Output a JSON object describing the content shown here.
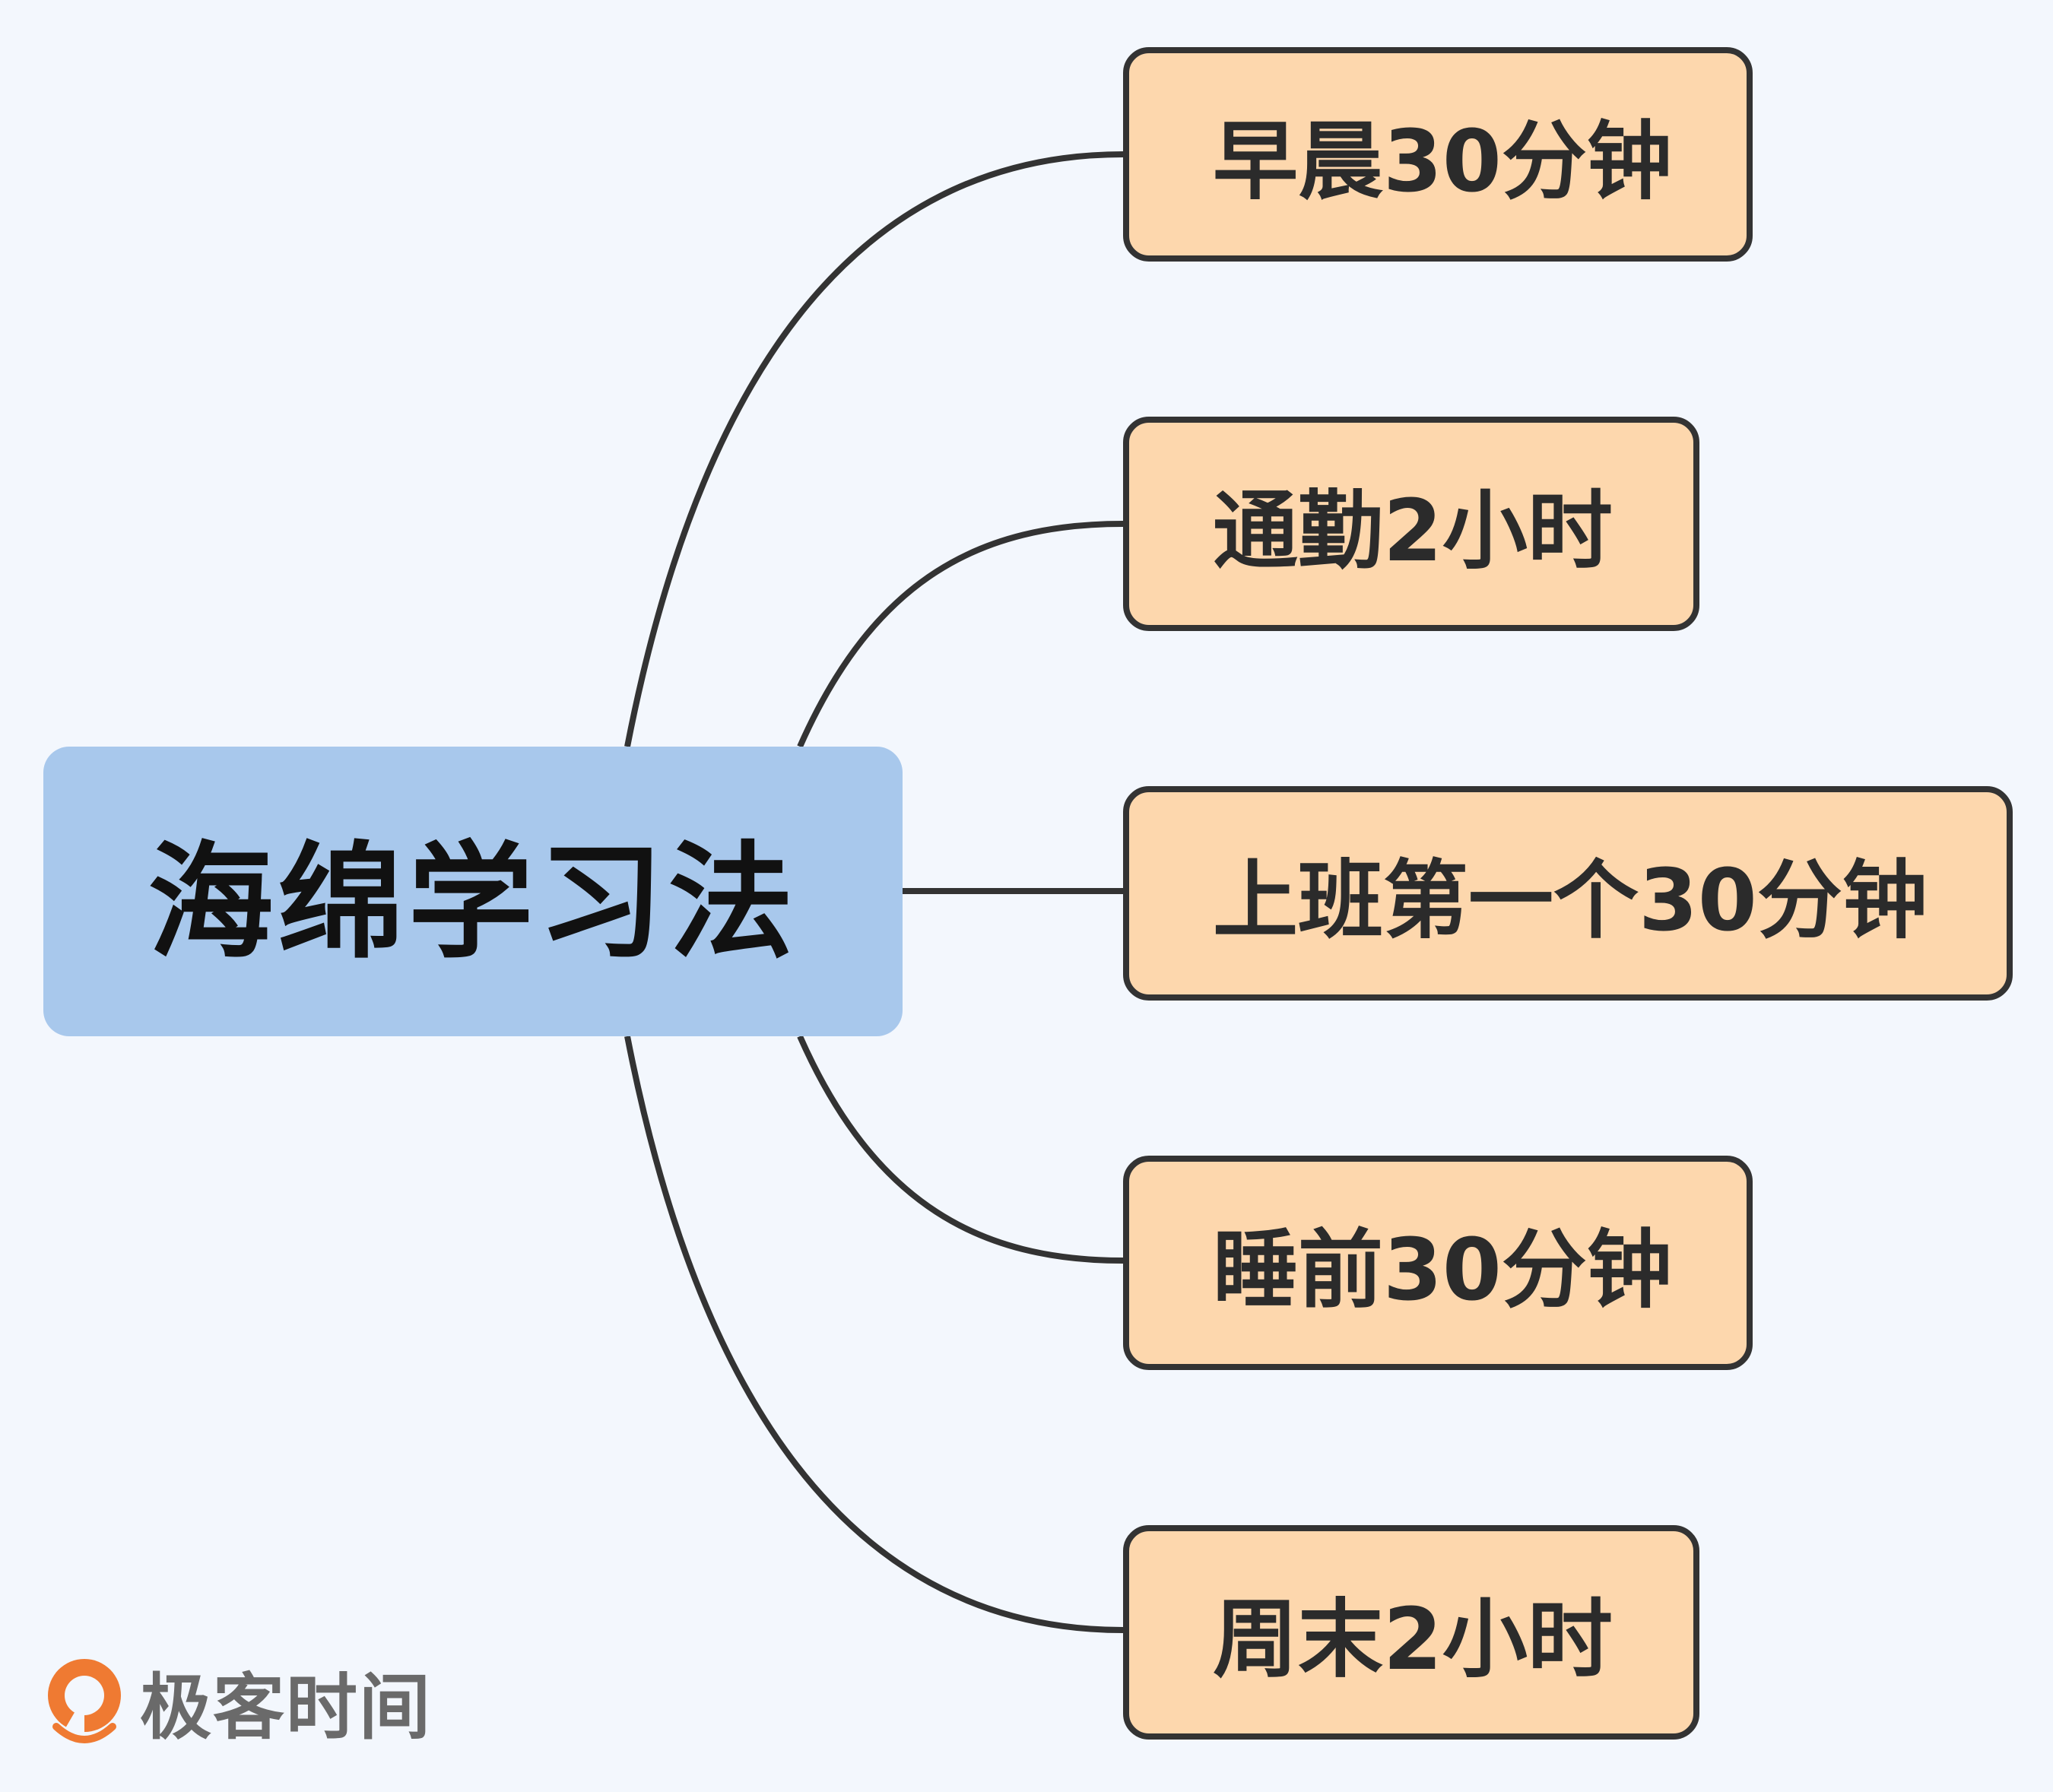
{
  "mindmap": {
    "center": {
      "label": "海绵学习法"
    },
    "branches": [
      {
        "label": "早晨30分钟"
      },
      {
        "label": "通勤2小时"
      },
      {
        "label": "上班第一个30分钟"
      },
      {
        "label": "睡前30分钟"
      },
      {
        "label": "周末2小时"
      }
    ]
  },
  "watermark": {
    "brand": "极客时间"
  },
  "colors": {
    "background": "#f3f7fd",
    "center_fill": "#a8c8ec",
    "branch_fill": "#fdd7ad",
    "line": "#333333",
    "logo_orange": "#ef7a32"
  }
}
